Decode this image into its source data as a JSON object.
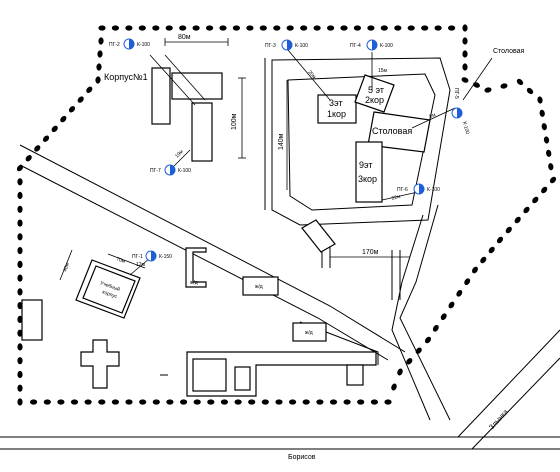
{
  "labels": {
    "corpus1": "Корпус№1",
    "stolovaya_callout": "Столовая",
    "stolovaya_building": "Столовая",
    "b3et_line1": "3эт",
    "b3et_line2": "1кор",
    "b5et_line1": "5 эт",
    "b5et_line2": "2кор",
    "b9et_line1": "9эт",
    "b9et_line2": "3кор",
    "training_corpus_line1": "Учебный",
    "training_corpus_line2": "корпус",
    "zhd1": "ж/д",
    "zhd2": "ж/д",
    "zhd3": "ж/д",
    "street_bottom": "Борисов",
    "street_right": "Злынка"
  },
  "dimensions": {
    "d80": "80м",
    "d100": "100м",
    "d140": "140м",
    "d170": "170м",
    "d40": "40м",
    "d70": "70м",
    "d20": "20м",
    "d15": "15м",
    "d19": "19м",
    "d6": "6м",
    "d22": "22м",
    "d12": "12м"
  },
  "cameras": {
    "pg2": {
      "left": "ПГ-2",
      "right": "К-100"
    },
    "pg3": {
      "left": "ПГ-3",
      "right": "К-100"
    },
    "pg4": {
      "left": "ПГ-4",
      "right": "К-100"
    },
    "pg5": {
      "left": "ПГ-5",
      "right": "К-100"
    },
    "pg6": {
      "left": "ПГ-6",
      "right": "К-100"
    },
    "pg7": {
      "left": "ПГ-7",
      "right": "К-100"
    },
    "pg1": {
      "left": "ПГ-1",
      "right": "К-150"
    }
  },
  "colors": {
    "camera_blue": "#1e5fd8",
    "ink": "#000000"
  }
}
